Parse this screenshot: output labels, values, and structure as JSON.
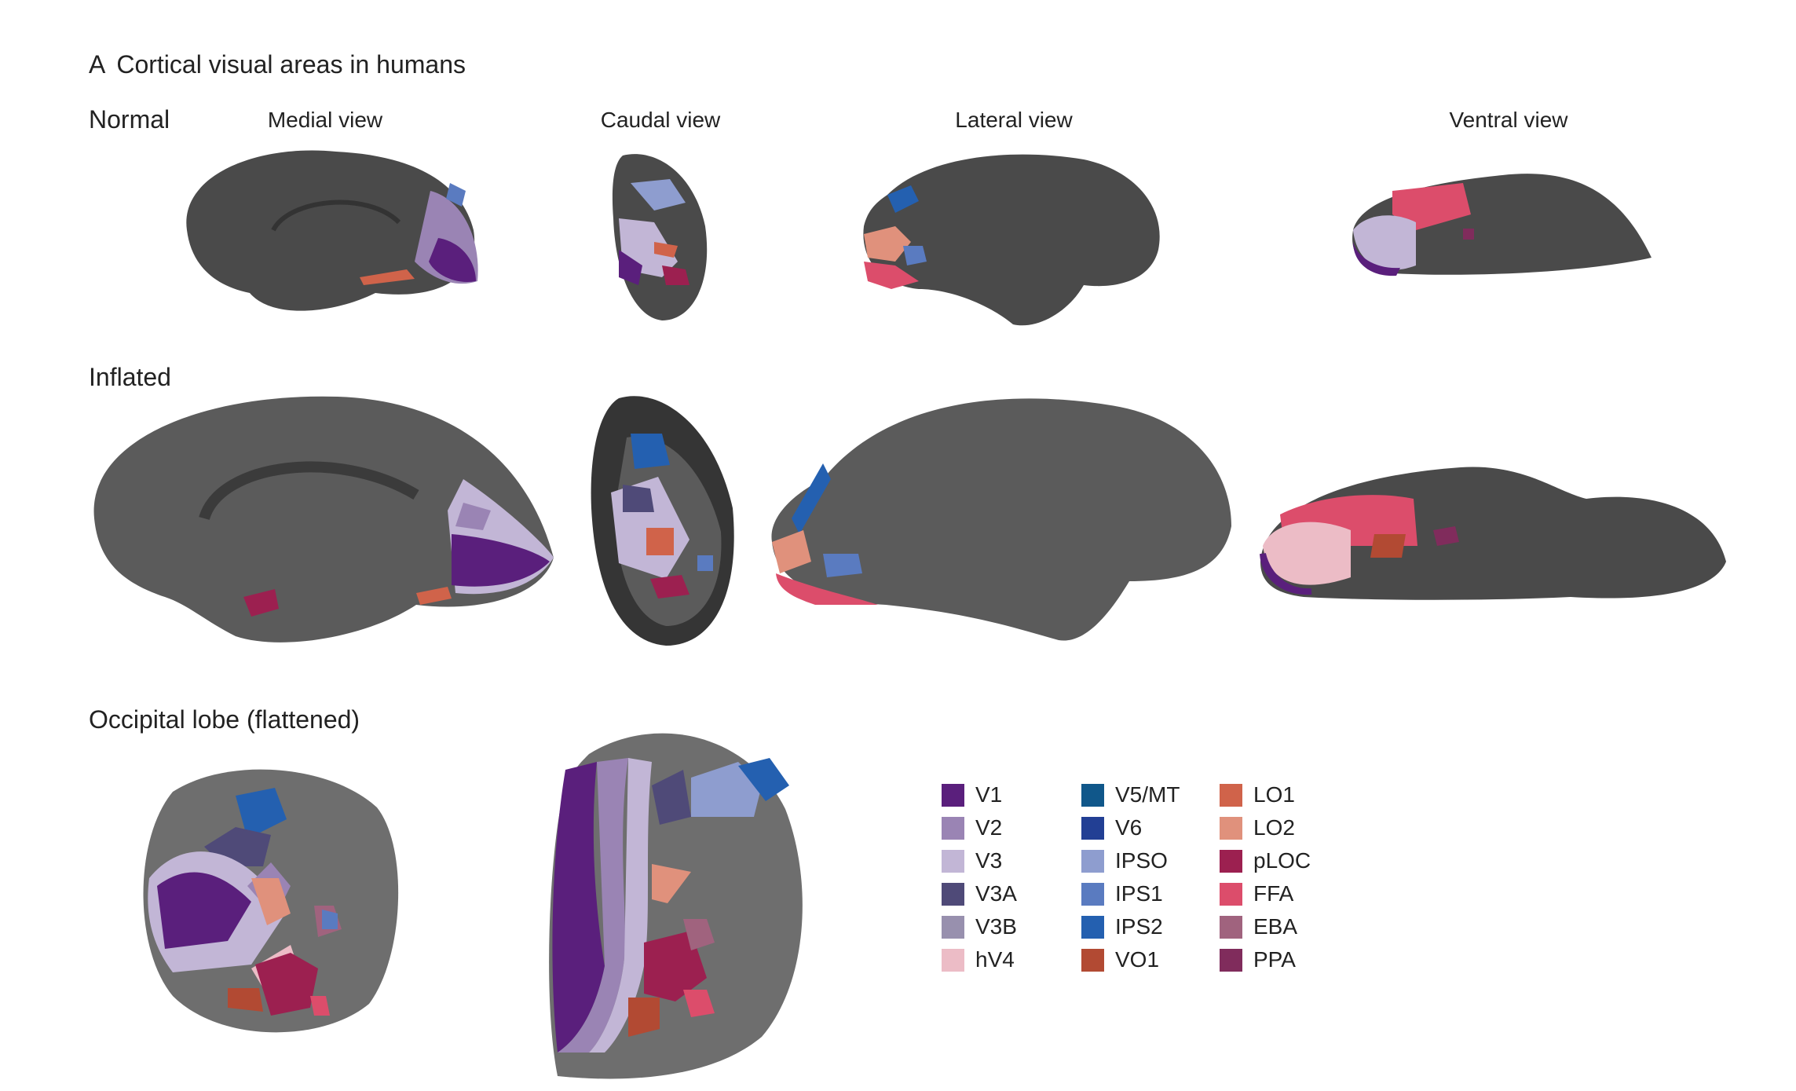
{
  "figure": {
    "panel_letter": "A",
    "title": "Cortical visual areas in humans",
    "rows": {
      "normal": "Normal",
      "inflated": "Inflated",
      "flattened": "Occipital lobe (flattened)"
    },
    "views": [
      "Medial view",
      "Caudal view",
      "Lateral view",
      "Ventral view"
    ]
  },
  "legend": [
    {
      "label": "V1",
      "color": "#5a1f7c"
    },
    {
      "label": "V2",
      "color": "#9a84b4"
    },
    {
      "label": "V3",
      "color": "#c2b6d6"
    },
    {
      "label": "V3A",
      "color": "#4f4a78"
    },
    {
      "label": "V3B",
      "color": "#9890ae"
    },
    {
      "label": "hV4",
      "color": "#ecbcc6"
    },
    {
      "label": "V5/MT",
      "color": "#10578a"
    },
    {
      "label": "V6",
      "color": "#223f94"
    },
    {
      "label": "IPSO",
      "color": "#8e9dcf"
    },
    {
      "label": "IPS1",
      "color": "#5a7bc0"
    },
    {
      "label": "IPS2",
      "color": "#2460b0"
    },
    {
      "label": "VO1",
      "color": "#b24a33"
    },
    {
      "label": "LO1",
      "color": "#d0634a"
    },
    {
      "label": "LO2",
      "color": "#e0917c"
    },
    {
      "label": "pLOC",
      "color": "#9c2050"
    },
    {
      "label": "FFA",
      "color": "#dc4d6b"
    },
    {
      "label": "EBA",
      "color": "#a0637e"
    },
    {
      "label": "PPA",
      "color": "#802c5c"
    }
  ]
}
